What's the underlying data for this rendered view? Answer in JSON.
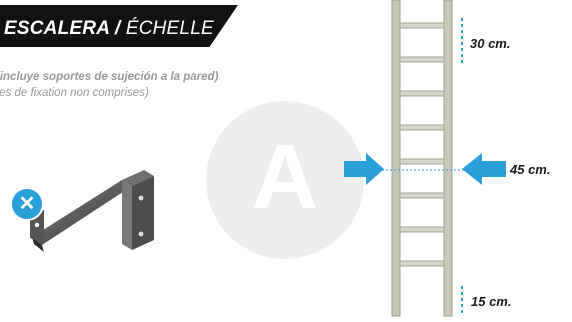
{
  "title": {
    "es": "ESCALERA",
    "separator": " / ",
    "fr": "ÉCHELLE"
  },
  "notes": {
    "es": "(incluye soportes de sujeción a la pared)",
    "fr": "tes de fixation non comprises)"
  },
  "badge": {
    "letter": "A"
  },
  "measurements": {
    "top": "30 cm.",
    "middle": "45 cm.",
    "bottom": "15 cm."
  },
  "icons": {
    "not_included": "x-icon",
    "bracket": "wall-bracket-icon",
    "arrows": "arrow-icon"
  },
  "colors": {
    "accent": "#29a0d8",
    "title_bg": "#111111",
    "note_text": "#9a9a9a",
    "circle": "#eeeeef"
  }
}
